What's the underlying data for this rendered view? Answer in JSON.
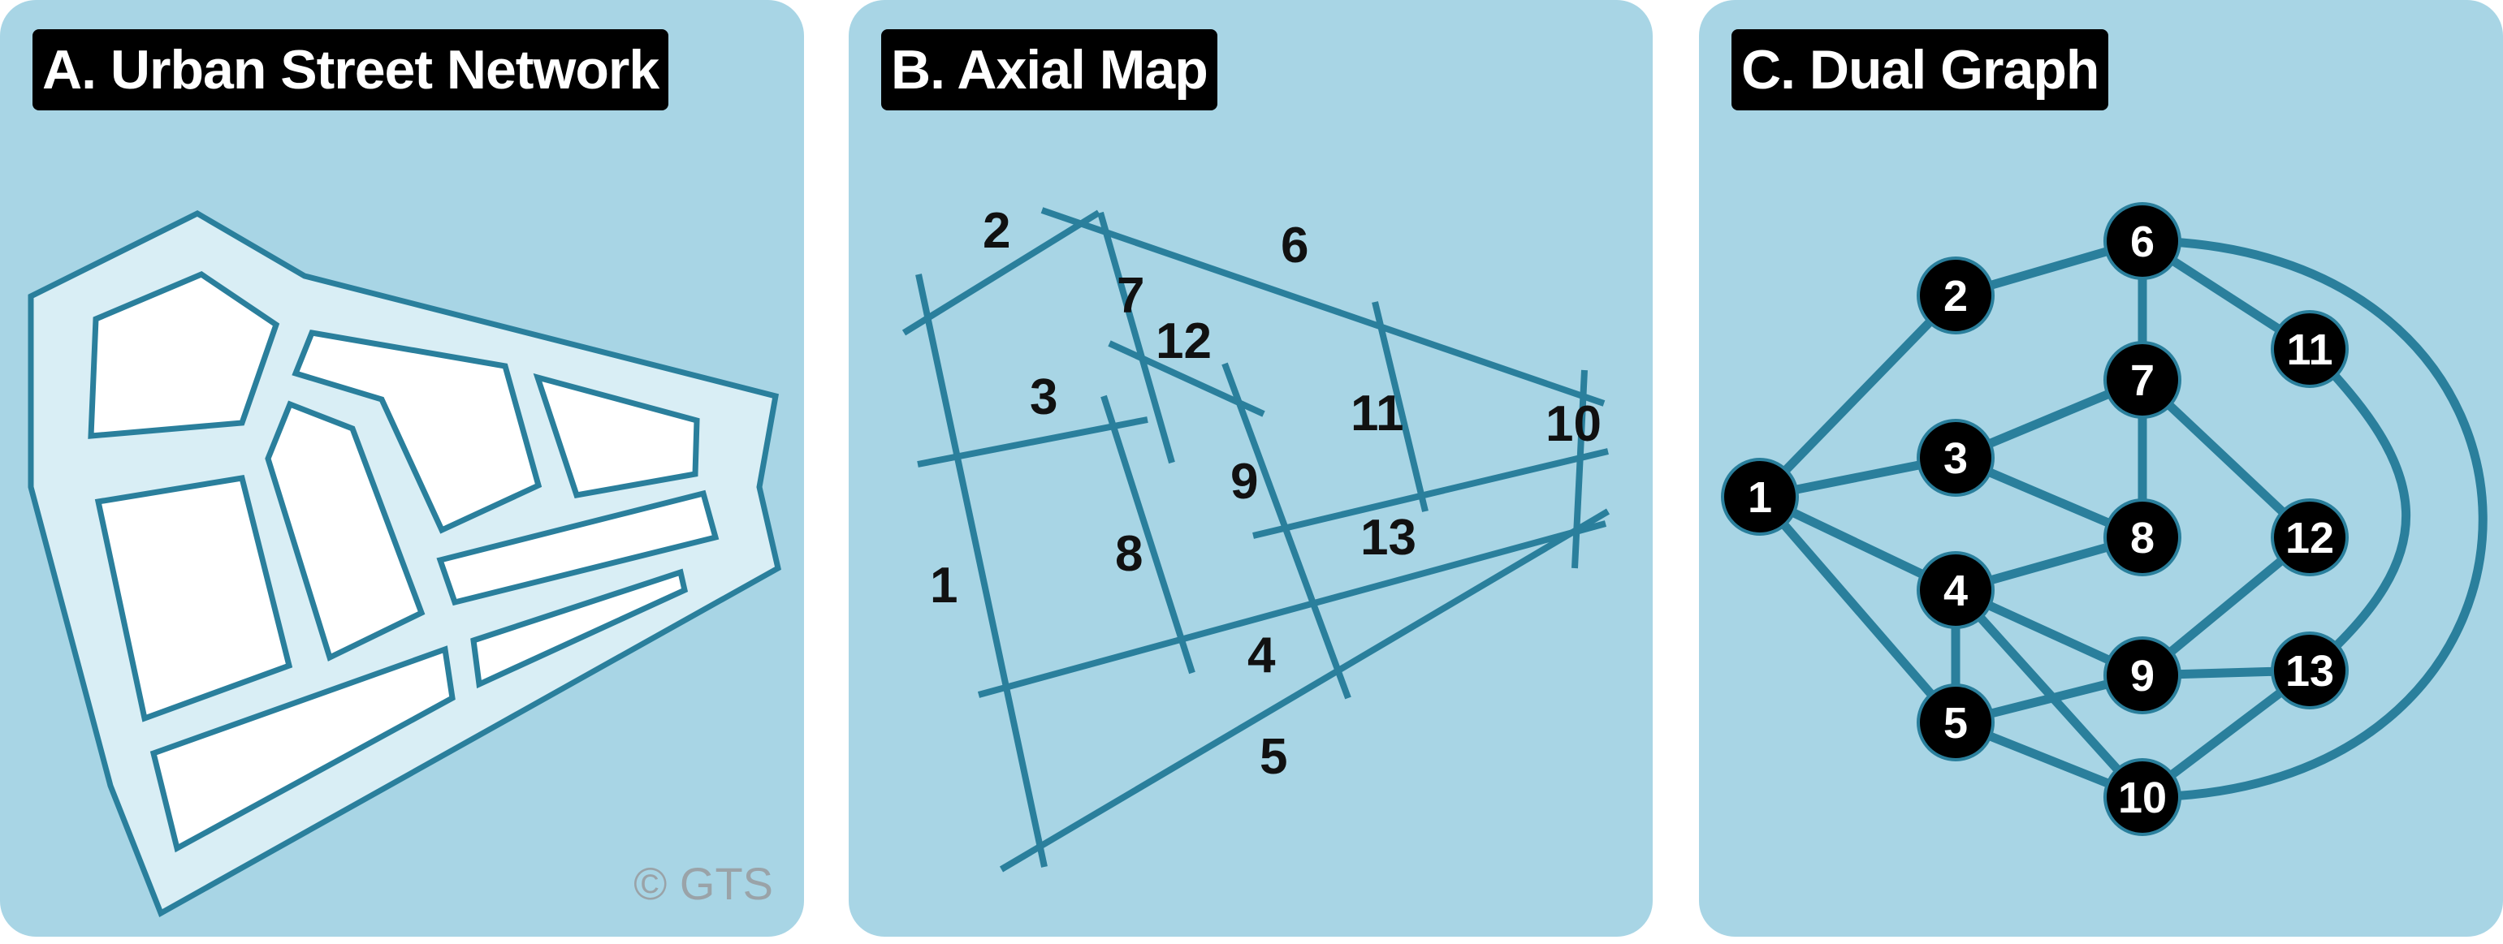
{
  "panels": {
    "a": {
      "title": "A. Urban Street Network",
      "copyright": "© GTS"
    },
    "b": {
      "title": "B. Axial Map"
    },
    "c": {
      "title": "C. Dual Graph"
    }
  },
  "colors": {
    "panel_bg": "#a8d5e5",
    "line": "#2a7f9c",
    "plaza": "#d9eef5",
    "node": "#000000",
    "node_text": "#ffffff"
  },
  "axial_lines": [
    {
      "id": "1",
      "label": "1"
    },
    {
      "id": "2",
      "label": "2"
    },
    {
      "id": "3",
      "label": "3"
    },
    {
      "id": "4",
      "label": "4"
    },
    {
      "id": "5",
      "label": "5"
    },
    {
      "id": "6",
      "label": "6"
    },
    {
      "id": "7",
      "label": "7"
    },
    {
      "id": "8",
      "label": "8"
    },
    {
      "id": "9",
      "label": "9"
    },
    {
      "id": "10",
      "label": "10"
    },
    {
      "id": "11",
      "label": "11"
    },
    {
      "id": "12",
      "label": "12"
    },
    {
      "id": "13",
      "label": "13"
    }
  ],
  "graph": {
    "nodes": [
      {
        "id": "1",
        "label": "1"
      },
      {
        "id": "2",
        "label": "2"
      },
      {
        "id": "3",
        "label": "3"
      },
      {
        "id": "4",
        "label": "4"
      },
      {
        "id": "5",
        "label": "5"
      },
      {
        "id": "6",
        "label": "6"
      },
      {
        "id": "7",
        "label": "7"
      },
      {
        "id": "8",
        "label": "8"
      },
      {
        "id": "9",
        "label": "9"
      },
      {
        "id": "10",
        "label": "10"
      },
      {
        "id": "11",
        "label": "11"
      },
      {
        "id": "12",
        "label": "12"
      },
      {
        "id": "13",
        "label": "13"
      }
    ],
    "edges": [
      [
        "1",
        "2"
      ],
      [
        "1",
        "3"
      ],
      [
        "1",
        "4"
      ],
      [
        "1",
        "5"
      ],
      [
        "2",
        "6"
      ],
      [
        "6",
        "7"
      ],
      [
        "6",
        "11"
      ],
      [
        "6",
        "10"
      ],
      [
        "7",
        "3"
      ],
      [
        "7",
        "8"
      ],
      [
        "7",
        "12"
      ],
      [
        "3",
        "8"
      ],
      [
        "4",
        "8"
      ],
      [
        "4",
        "9"
      ],
      [
        "4",
        "10"
      ],
      [
        "4",
        "5"
      ],
      [
        "5",
        "9"
      ],
      [
        "5",
        "10"
      ],
      [
        "9",
        "12"
      ],
      [
        "9",
        "13"
      ],
      [
        "10",
        "13"
      ],
      [
        "11",
        "13"
      ]
    ]
  }
}
